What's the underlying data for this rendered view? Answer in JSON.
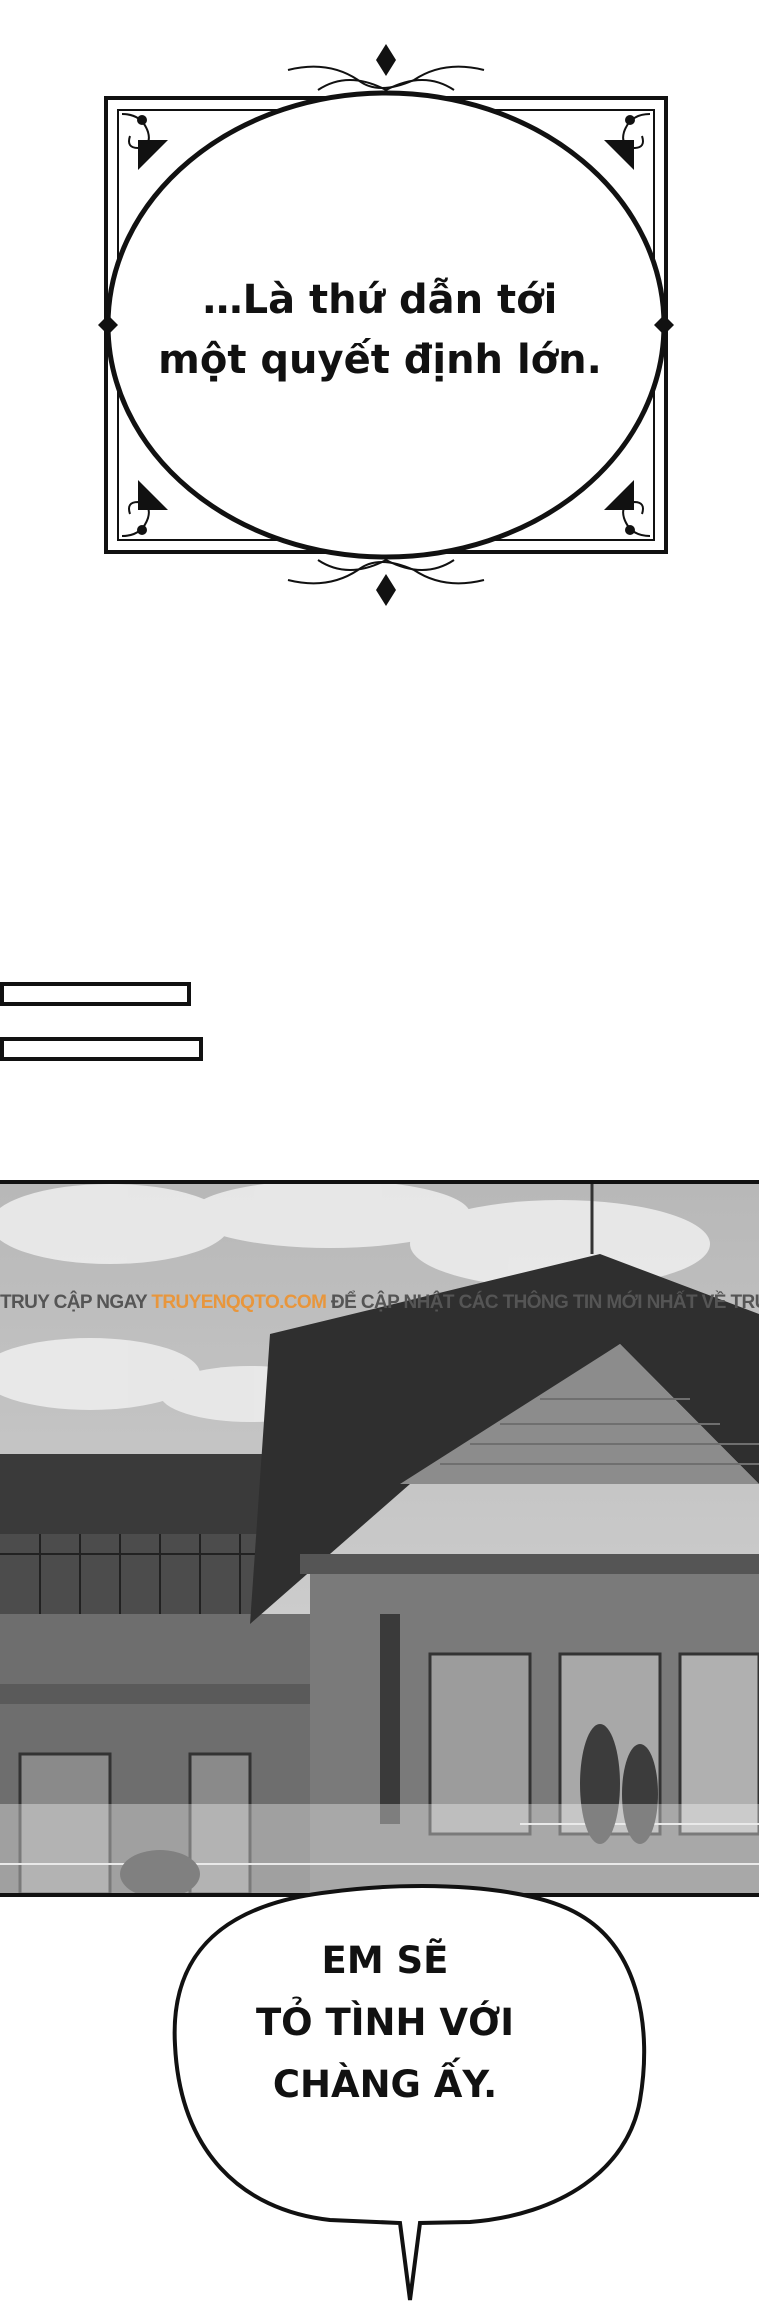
{
  "narration": {
    "line1": "…Là thứ dẫn tới",
    "line2": "một quyết định lớn."
  },
  "watermark": {
    "prefix": "TRUY CẬP NGAY ",
    "site": "TRUYENQQTO.COM",
    "suffix": " ĐỂ CẬP NHẬT CÁC THÔNG TIN MỚI NHẤT VỀ TRUYỆN"
  },
  "speech": {
    "line1": "EM SẼ",
    "line2": "TỎ TÌNH VỚI",
    "line3": "CHÀNG ẤY."
  },
  "colors": {
    "ink": "#111111",
    "watermark_text": "#555555",
    "watermark_site": "#e8963c"
  }
}
